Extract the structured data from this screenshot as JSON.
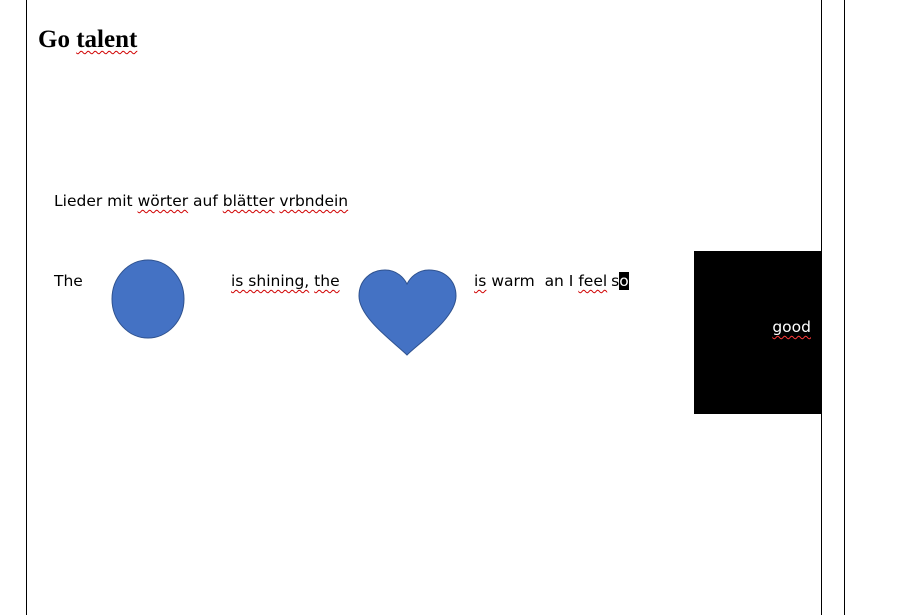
{
  "document": {
    "title_part1": "Go",
    "title_part2": "talent",
    "line1": {
      "w1": "Lieder mit",
      "w2": "wörter",
      "w3": "auf",
      "w4": "blätter",
      "w5": "vrbndein"
    },
    "line2": {
      "the_start": "The",
      "is_shining": "is shining,",
      "the": "the",
      "is": "is",
      "warm": "warm",
      "an_i": "an I",
      "feel": "feel",
      "s": "s",
      "o": "o",
      "good": "good"
    },
    "shapes": {
      "sun_circle": {
        "fill": "#4472c4",
        "stroke": "#2f528f"
      },
      "heart": {
        "fill": "#4472c4",
        "stroke": "#2f528f"
      },
      "black_box": {
        "fill": "#000000"
      }
    }
  }
}
